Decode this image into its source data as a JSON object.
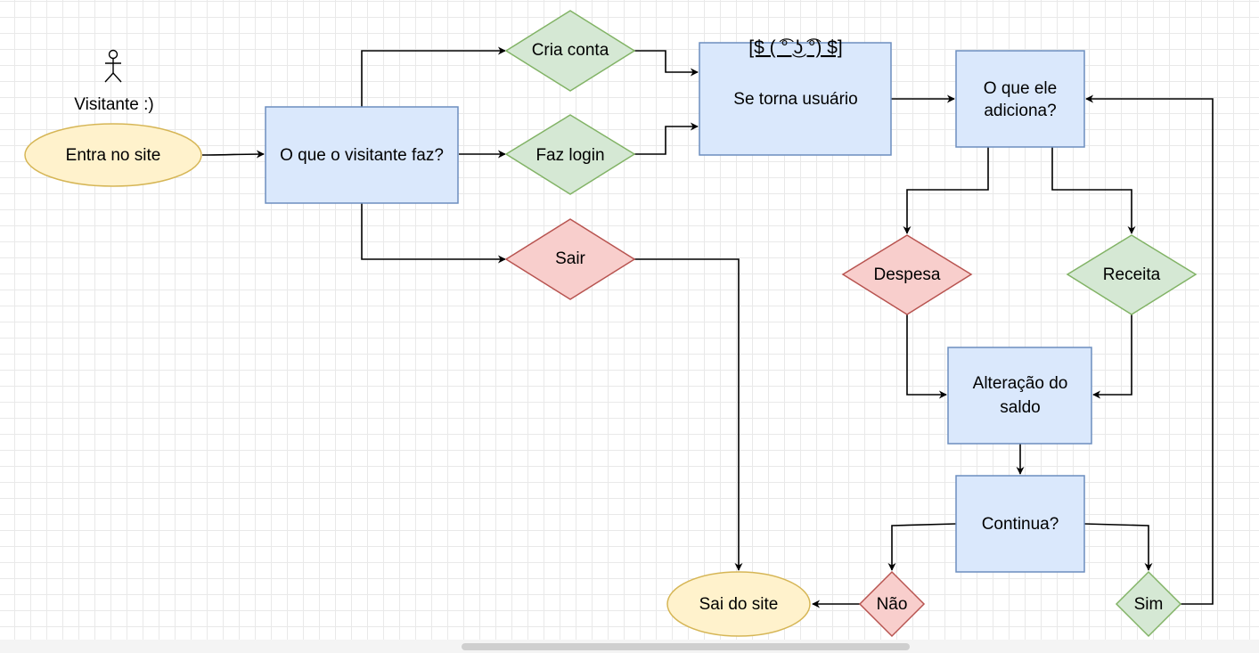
{
  "colors": {
    "blue_fill": "#dae8fc",
    "blue_stroke": "#6c8ebf",
    "green_fill": "#d5e8d4",
    "green_stroke": "#82b366",
    "red_fill": "#f8cecc",
    "red_stroke": "#b85450",
    "yellow_fill": "#fff2cc",
    "yellow_stroke": "#d6b656"
  },
  "actor": {
    "icon": "stick-figure-actor-icon",
    "label": "Visitante :)"
  },
  "nodes": {
    "entra": "Entra no site",
    "visitante_faz": "O que o visitante faz?",
    "cria_conta": "Cria conta",
    "faz_login": "Faz login",
    "sair": "Sair",
    "se_torna": "Se torna usuário",
    "banner": "[$ ( ͡° ͜ʖ ͡°) $]",
    "o_que_adiciona": [
      "O que ele",
      "adiciona?"
    ],
    "despesa": "Despesa",
    "receita": "Receita",
    "alteracao": [
      "Alteração do",
      "saldo"
    ],
    "continua": "Continua?",
    "nao": "Não",
    "sim": "Sim",
    "sai": "Sai do site"
  }
}
